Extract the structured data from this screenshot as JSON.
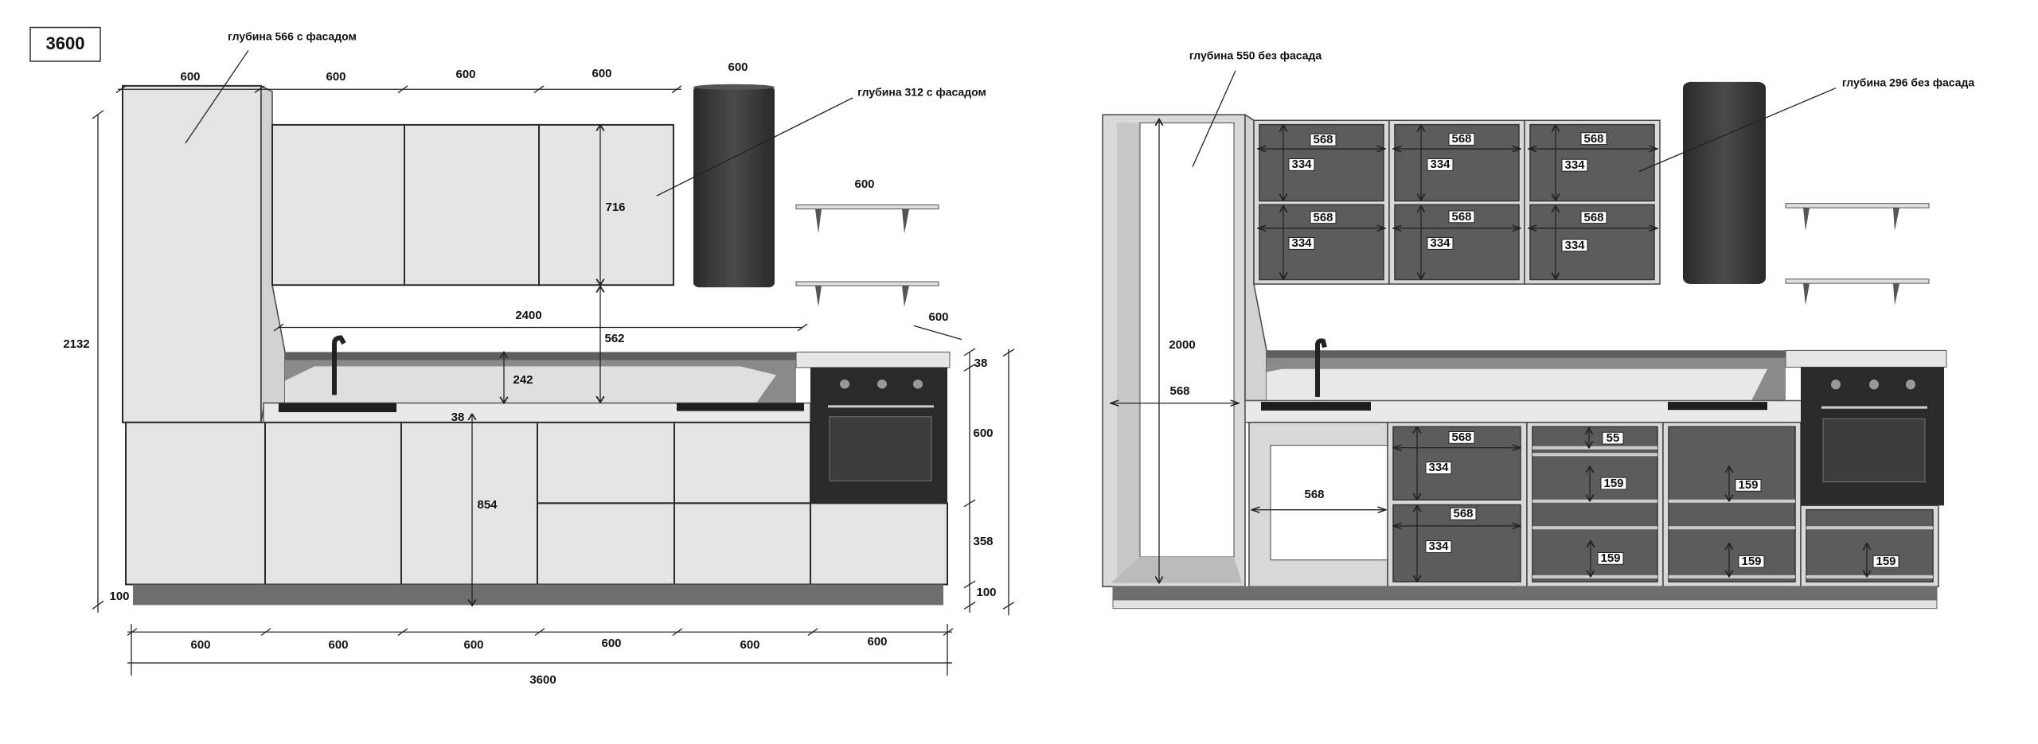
{
  "badge": "3600",
  "left": {
    "depth_note_tall": "глубина 566 с фасадом",
    "depth_note_upper": "глубина 312 с фасадом",
    "top_widths": [
      "600",
      "600",
      "600",
      "600"
    ],
    "hood_width": "600",
    "shelf_width": "600",
    "upper_height": "716",
    "gap_height": "562",
    "backsplash_width": "2400",
    "backsplash_height": "242",
    "oven_depth": "600",
    "countertop_thickness": "38",
    "base_height": "854",
    "total_height": "2132",
    "plinth_left": "100",
    "right_dims": [
      "38",
      "600",
      "358",
      "100"
    ],
    "bottom_widths": [
      "600",
      "600",
      "600",
      "600",
      "600",
      "600"
    ],
    "total_width": "3600"
  },
  "right": {
    "depth_note_tall": "глубина 550 без фасада",
    "depth_note_upper": "глубина 296 без фасада",
    "tall_height": "2000",
    "tall_width": "568",
    "sink_width": "568",
    "upper_widths": [
      "568",
      "568",
      "568",
      "568",
      "568",
      "568"
    ],
    "upper_heights": [
      "334",
      "334",
      "334",
      "334",
      "334",
      "334"
    ],
    "base_widths": [
      "568",
      "568"
    ],
    "base_heights": [
      "334",
      "334"
    ],
    "drawer_heights": [
      "55",
      "159",
      "159",
      "159",
      "159",
      "159"
    ]
  },
  "colors": {
    "cabinet": "#e4e4e4",
    "interior": "#5c5c5c",
    "hood": "#3a3a3a",
    "plinth": "#6e6e6e"
  }
}
